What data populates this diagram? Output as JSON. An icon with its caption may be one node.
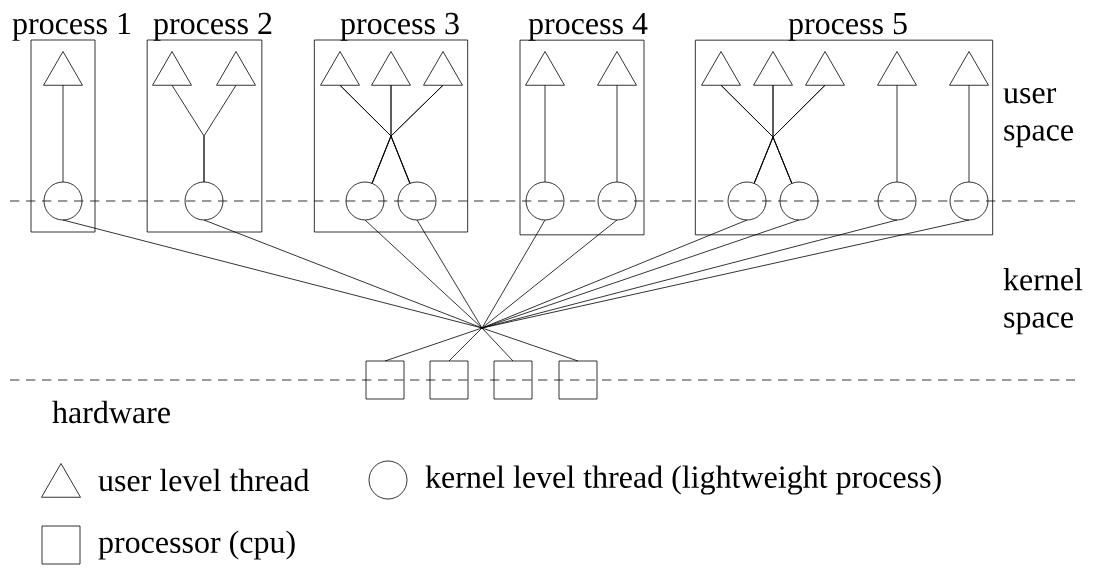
{
  "diagram": {
    "nodes": [
      {
        "text": [
          "process 1"
        ]
      },
      {
        "text": [],
        "shape": "triangle",
        "in": 0
      },
      {
        "text": [],
        "shape": "circle",
        "in": 0
      },
      {
        "text": [
          "process 2"
        ]
      },
      {
        "text": [],
        "shape": "triangle",
        "in": 3
      },
      {
        "text": [],
        "shape": "triangle",
        "in": 3
      },
      {
        "text": [],
        "shape": "circle",
        "in": 3
      },
      {
        "text": [
          "process 3"
        ]
      },
      {
        "text": [],
        "shape": "triangle",
        "in": 7
      },
      {
        "text": [],
        "shape": "triangle",
        "in": 7
      },
      {
        "text": [],
        "shape": "triangle",
        "in": 7
      },
      {
        "text": [],
        "shape": "circle",
        "in": 7
      },
      {
        "text": [],
        "shape": "circle",
        "in": 7
      },
      {
        "text": [
          "process 4"
        ]
      },
      {
        "text": [],
        "shape": "triangle",
        "in": 13
      },
      {
        "text": [],
        "shape": "triangle",
        "in": 13
      },
      {
        "text": [],
        "shape": "circle",
        "in": 13
      },
      {
        "text": [],
        "shape": "circle",
        "in": 13
      },
      {
        "text": [
          "process 5"
        ]
      },
      {
        "text": [],
        "shape": "triangle",
        "in": 18
      },
      {
        "text": [],
        "shape": "triangle",
        "in": 18
      },
      {
        "text": [],
        "shape": "triangle",
        "in": 18
      },
      {
        "text": [],
        "shape": "triangle",
        "in": 18
      },
      {
        "text": [],
        "shape": "triangle",
        "in": 18
      },
      {
        "text": [],
        "shape": "circle",
        "in": 18
      },
      {
        "text": [],
        "shape": "circle",
        "in": 18
      },
      {
        "text": [],
        "shape": "circle",
        "in": 18
      },
      {
        "text": [],
        "shape": "circle",
        "in": 18
      },
      {
        "text": [],
        "shape": "box"
      },
      {
        "text": [],
        "shape": "box"
      },
      {
        "text": [],
        "shape": "box"
      },
      {
        "text": [],
        "shape": "box"
      }
    ],
    "edges": [
      {
        "from": 1,
        "to": 2,
        "arrow": "none"
      },
      {
        "from": 4,
        "to": 6,
        "arrow": "none"
      },
      {
        "from": 5,
        "to": 6,
        "arrow": "none"
      },
      {
        "from": 8,
        "to": 11,
        "arrow": "none"
      },
      {
        "from": 8,
        "to": 12,
        "arrow": "none"
      },
      {
        "from": 9,
        "to": 11,
        "arrow": "none"
      },
      {
        "from": 9,
        "to": 12,
        "arrow": "none"
      },
      {
        "from": 10,
        "to": 11,
        "arrow": "none"
      },
      {
        "from": 10,
        "to": 12,
        "arrow": "none"
      },
      {
        "from": 14,
        "to": 16,
        "arrow": "none"
      },
      {
        "from": 15,
        "to": 17,
        "arrow": "none"
      },
      {
        "from": 19,
        "to": 24,
        "arrow": "none"
      },
      {
        "from": 19,
        "to": 25,
        "arrow": "none"
      },
      {
        "from": 20,
        "to": 24,
        "arrow": "none"
      },
      {
        "from": 20,
        "to": 25,
        "arrow": "none"
      },
      {
        "from": 21,
        "to": 24,
        "arrow": "none"
      },
      {
        "from": 21,
        "to": 25,
        "arrow": "none"
      },
      {
        "from": 22,
        "to": 26,
        "arrow": "none"
      },
      {
        "from": 23,
        "to": 27,
        "arrow": "none"
      },
      {
        "from": 2,
        "to": 28,
        "arrow": "none"
      },
      {
        "from": 2,
        "to": 29,
        "arrow": "none"
      },
      {
        "from": 2,
        "to": 30,
        "arrow": "none"
      },
      {
        "from": 2,
        "to": 31,
        "arrow": "none"
      },
      {
        "from": 6,
        "to": 28,
        "arrow": "none"
      },
      {
        "from": 6,
        "to": 29,
        "arrow": "none"
      },
      {
        "from": 6,
        "to": 30,
        "arrow": "none"
      },
      {
        "from": 6,
        "to": 31,
        "arrow": "none"
      },
      {
        "from": 11,
        "to": 28,
        "arrow": "none"
      },
      {
        "from": 11,
        "to": 29,
        "arrow": "none"
      },
      {
        "from": 11,
        "to": 30,
        "arrow": "none"
      },
      {
        "from": 11,
        "to": 31,
        "arrow": "none"
      },
      {
        "from": 12,
        "to": 28,
        "arrow": "none"
      },
      {
        "from": 12,
        "to": 29,
        "arrow": "none"
      },
      {
        "from": 12,
        "to": 30,
        "arrow": "none"
      },
      {
        "from": 12,
        "to": 31,
        "arrow": "none"
      },
      {
        "from": 16,
        "to": 28,
        "arrow": "none"
      },
      {
        "from": 16,
        "to": 29,
        "arrow": "none"
      },
      {
        "from": 16,
        "to": 30,
        "arrow": "none"
      },
      {
        "from": 16,
        "to": 31,
        "arrow": "none"
      },
      {
        "from": 17,
        "to": 28,
        "arrow": "none"
      },
      {
        "from": 17,
        "to": 29,
        "arrow": "none"
      },
      {
        "from": 17,
        "to": 30,
        "arrow": "none"
      },
      {
        "from": 17,
        "to": 31,
        "arrow": "none"
      },
      {
        "from": 24,
        "to": 28,
        "arrow": "none"
      },
      {
        "from": 24,
        "to": 29,
        "arrow": "none"
      },
      {
        "from": 24,
        "to": 30,
        "arrow": "none"
      },
      {
        "from": 24,
        "to": 31,
        "arrow": "none"
      },
      {
        "from": 25,
        "to": 28,
        "arrow": "none"
      },
      {
        "from": 25,
        "to": 29,
        "arrow": "none"
      },
      {
        "from": 25,
        "to": 30,
        "arrow": "none"
      },
      {
        "from": 25,
        "to": 31,
        "arrow": "none"
      },
      {
        "from": 26,
        "to": 28,
        "arrow": "none"
      },
      {
        "from": 26,
        "to": 29,
        "arrow": "none"
      },
      {
        "from": 26,
        "to": 30,
        "arrow": "none"
      },
      {
        "from": 26,
        "to": 31,
        "arrow": "none"
      },
      {
        "from": 27,
        "to": 28,
        "arrow": "none"
      },
      {
        "from": 27,
        "to": 29,
        "arrow": "none"
      },
      {
        "from": 27,
        "to": 30,
        "arrow": "none"
      },
      {
        "from": 27,
        "to": 31,
        "arrow": "none"
      }
    ],
    "labels": [
      "user space",
      "kernel space",
      "hardware"
    ],
    "legend": [
      {
        "text": "user level thread"
      },
      {
        "text": "kernel level thread (lightweight process)"
      },
      {
        "text": "processor (cpu)"
      }
    ]
  }
}
